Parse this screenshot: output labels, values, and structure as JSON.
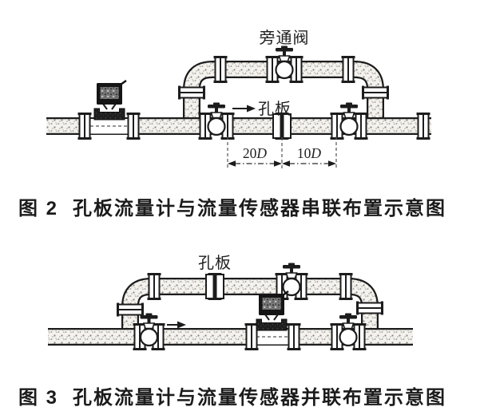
{
  "colors": {
    "background": "#ffffff",
    "ink": "#1c1c1c",
    "pipe_texture": "#f4f2ee",
    "stipple_dots": "#8f8a81",
    "device_body": "#1f1f1f",
    "device_screen": "#787878"
  },
  "figure2": {
    "caption": {
      "prefix": "图 2",
      "title": "孔板流量计与流量传感器串联布置示意图"
    },
    "labels": {
      "bypass_valve": "旁通阀",
      "orifice": "孔板",
      "dim_upstream": {
        "num": "20",
        "sym": "D"
      },
      "dim_downstream": {
        "num": "10",
        "sym": "D"
      }
    }
  },
  "figure3": {
    "caption": {
      "prefix": "图 3",
      "title": "孔板流量计与流量传感器并联布置示意图"
    },
    "labels": {
      "orifice": "孔板"
    }
  }
}
